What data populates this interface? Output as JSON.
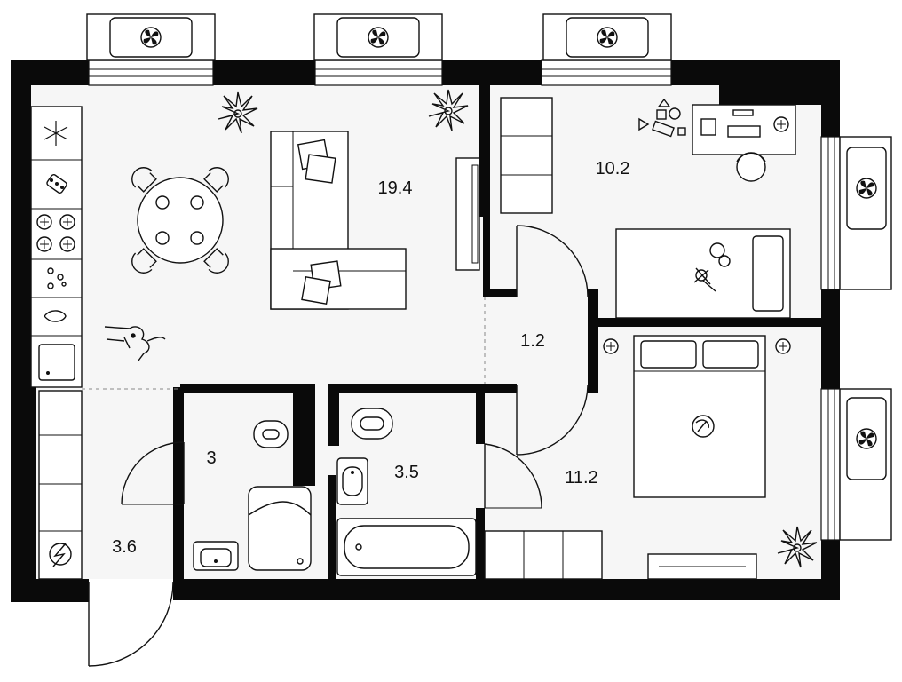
{
  "rooms": [
    {
      "id": "living-kitchen",
      "area": "19.4"
    },
    {
      "id": "bedroom-small",
      "area": "10.2"
    },
    {
      "id": "hall-inner",
      "area": "1.2"
    },
    {
      "id": "toilet",
      "area": "3"
    },
    {
      "id": "bathroom",
      "area": "3.5"
    },
    {
      "id": "bedroom-large",
      "area": "11.2"
    },
    {
      "id": "entrance-hall",
      "area": "3.6"
    }
  ],
  "colors": {
    "wall": "#0a0a0a",
    "floor": "#f6f6f6",
    "line": "#111111"
  },
  "icons": [
    "fan-icon",
    "snowflake-icon",
    "stove-burner-icon",
    "plant-icon",
    "electric-panel-icon",
    "cat-icon",
    "dog-icon",
    "toy-icon"
  ]
}
